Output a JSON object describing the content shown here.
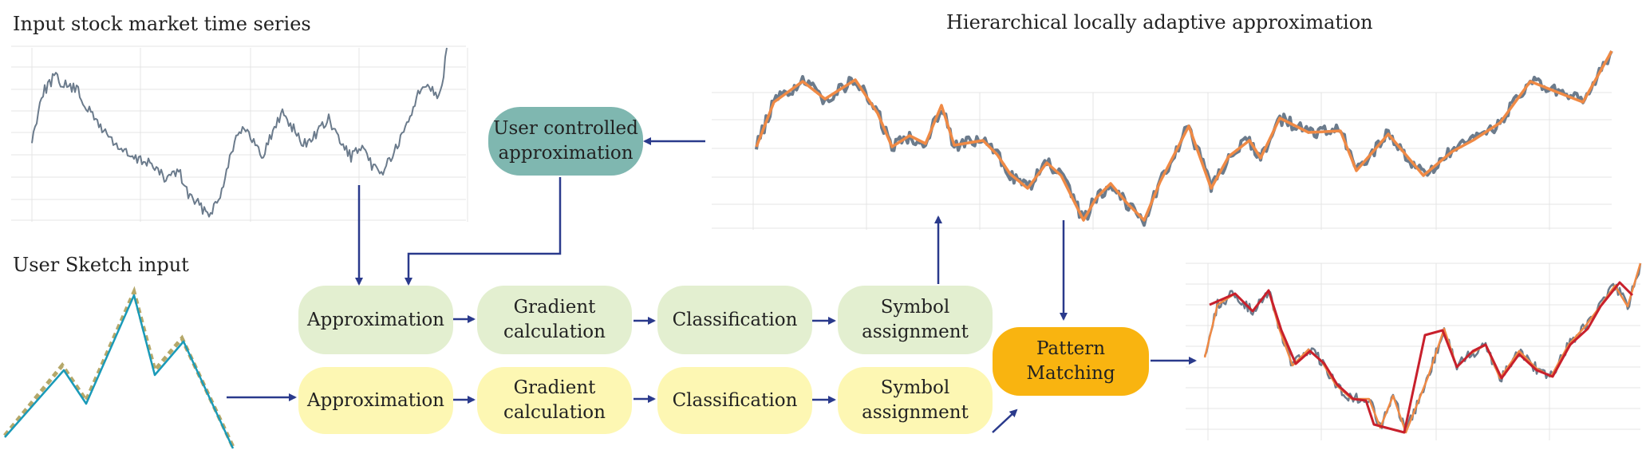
{
  "titles": {
    "input_series": "Input stock market time series",
    "sketch": "User Sketch input",
    "hierarchical": "Hierarchical locally adaptive approximation"
  },
  "nodes": {
    "user_controlled": "User controlled\napproximation",
    "pattern_matching": "Pattern\nMatching",
    "row1": [
      "Approximation",
      "Gradient\ncalculation",
      "Classification",
      "Symbol\nassignment"
    ],
    "row2": [
      "Approximation",
      "Gradient\ncalculation",
      "Classification",
      "Symbol\nassignment"
    ]
  },
  "colors": {
    "series": "#6b7b8c",
    "approx": "#f08a45",
    "match": "#c8202c",
    "sketch_line": "#1a9ab8",
    "sketch_dash": "#b5a86a",
    "arrow": "#2a3a8c",
    "grid": "#e4e4e4",
    "teal": "#7fb7b0",
    "green": "#e3efd0",
    "yellow": "#fdf7b3",
    "orange": "#f9b410"
  }
}
